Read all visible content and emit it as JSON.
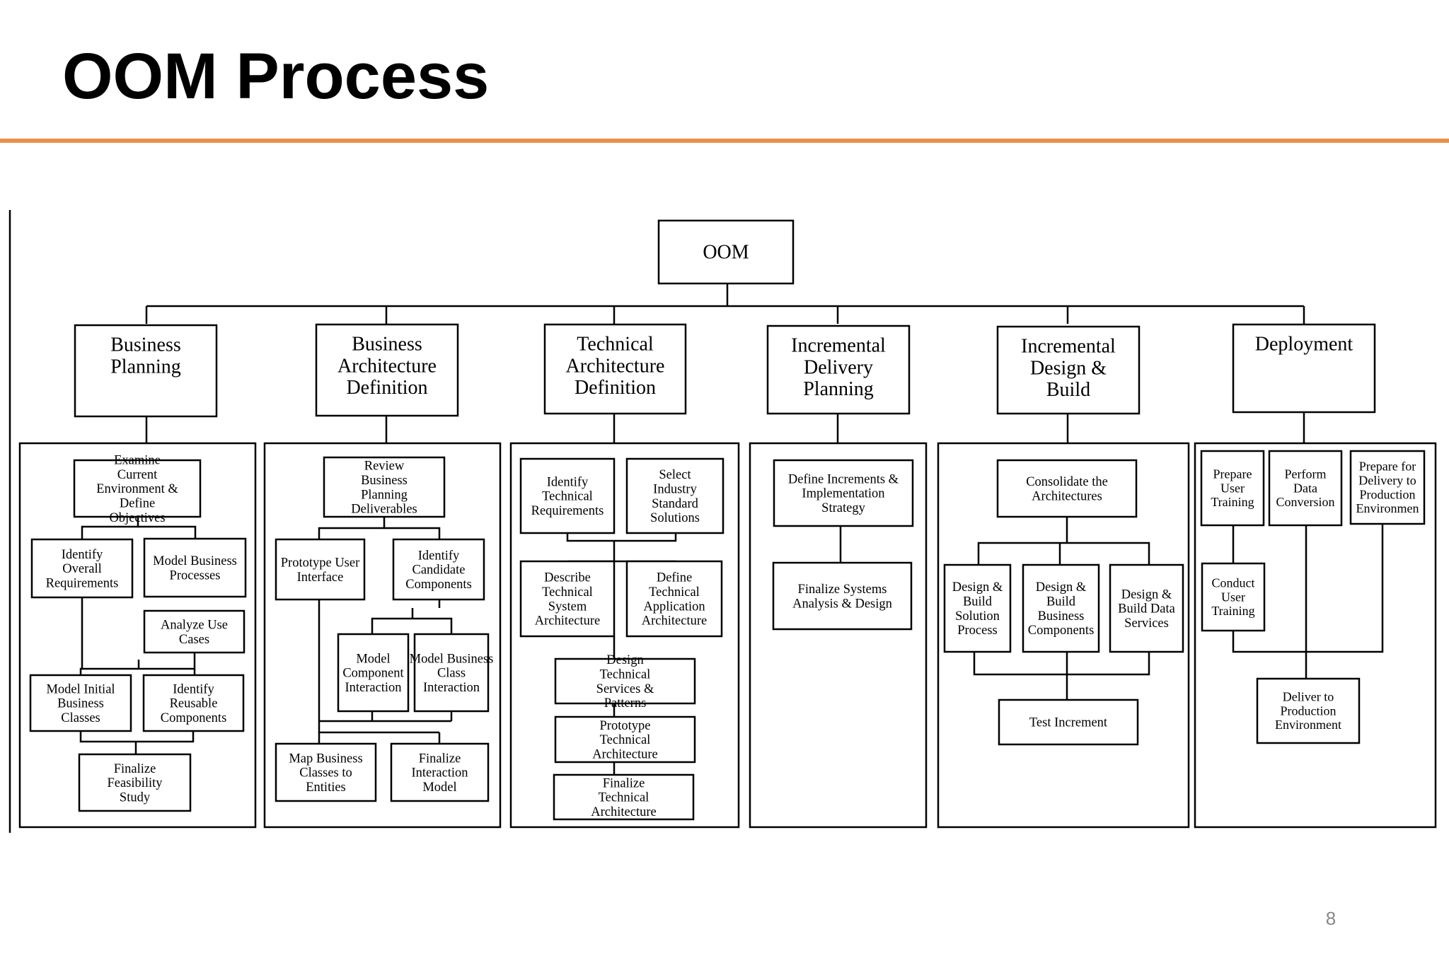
{
  "slide": {
    "title": "OOM Process",
    "page_number": "8",
    "accent_color": "#E8904A"
  },
  "diagram": {
    "root": "OOM",
    "phases": [
      {
        "title": "Business Planning",
        "activities": [
          "Examine Current Environment & Define Objectives",
          "Identify Overall Requirements",
          "Model Business Processes",
          "Analyze Use Cases",
          "Model Initial Business Classes",
          "Identify Reusable Components",
          "Finalize Feasibility Study"
        ]
      },
      {
        "title": "Business Architecture Definition",
        "activities": [
          "Review Business Planning Deliverables",
          "Prototype User Interface",
          "Identify Candidate Components",
          "Model Component Interaction",
          "Model Business Class Interaction",
          "Map Business Classes to Entities",
          "Finalize Interaction Model"
        ]
      },
      {
        "title": "Technical Architecture Definition",
        "activities": [
          "Identify Technical Requirements",
          "Select Industry Standard Solutions",
          "Describe Technical System Architecture",
          "Define Technical Application Architecture",
          "Design Technical Services & Patterns",
          "Prototype Technical Architecture",
          "Finalize Technical Architecture"
        ]
      },
      {
        "title": "Incremental Delivery Planning",
        "activities": [
          "Define Increments & Implementation Strategy",
          "Finalize Systems Analysis & Design"
        ]
      },
      {
        "title": "Incremental Design & Build",
        "activities": [
          "Consolidate the Architectures",
          "Design & Build Solution Process",
          "Design & Build Business Components",
          "Design & Build Data Services",
          "Test Increment"
        ]
      },
      {
        "title": "Deployment",
        "activities": [
          "Prepare User Training",
          "Perform Data Conversion",
          "Prepare for Delivery to Production Environmen",
          "Conduct User Training",
          "Deliver to Production Environment"
        ]
      }
    ]
  }
}
